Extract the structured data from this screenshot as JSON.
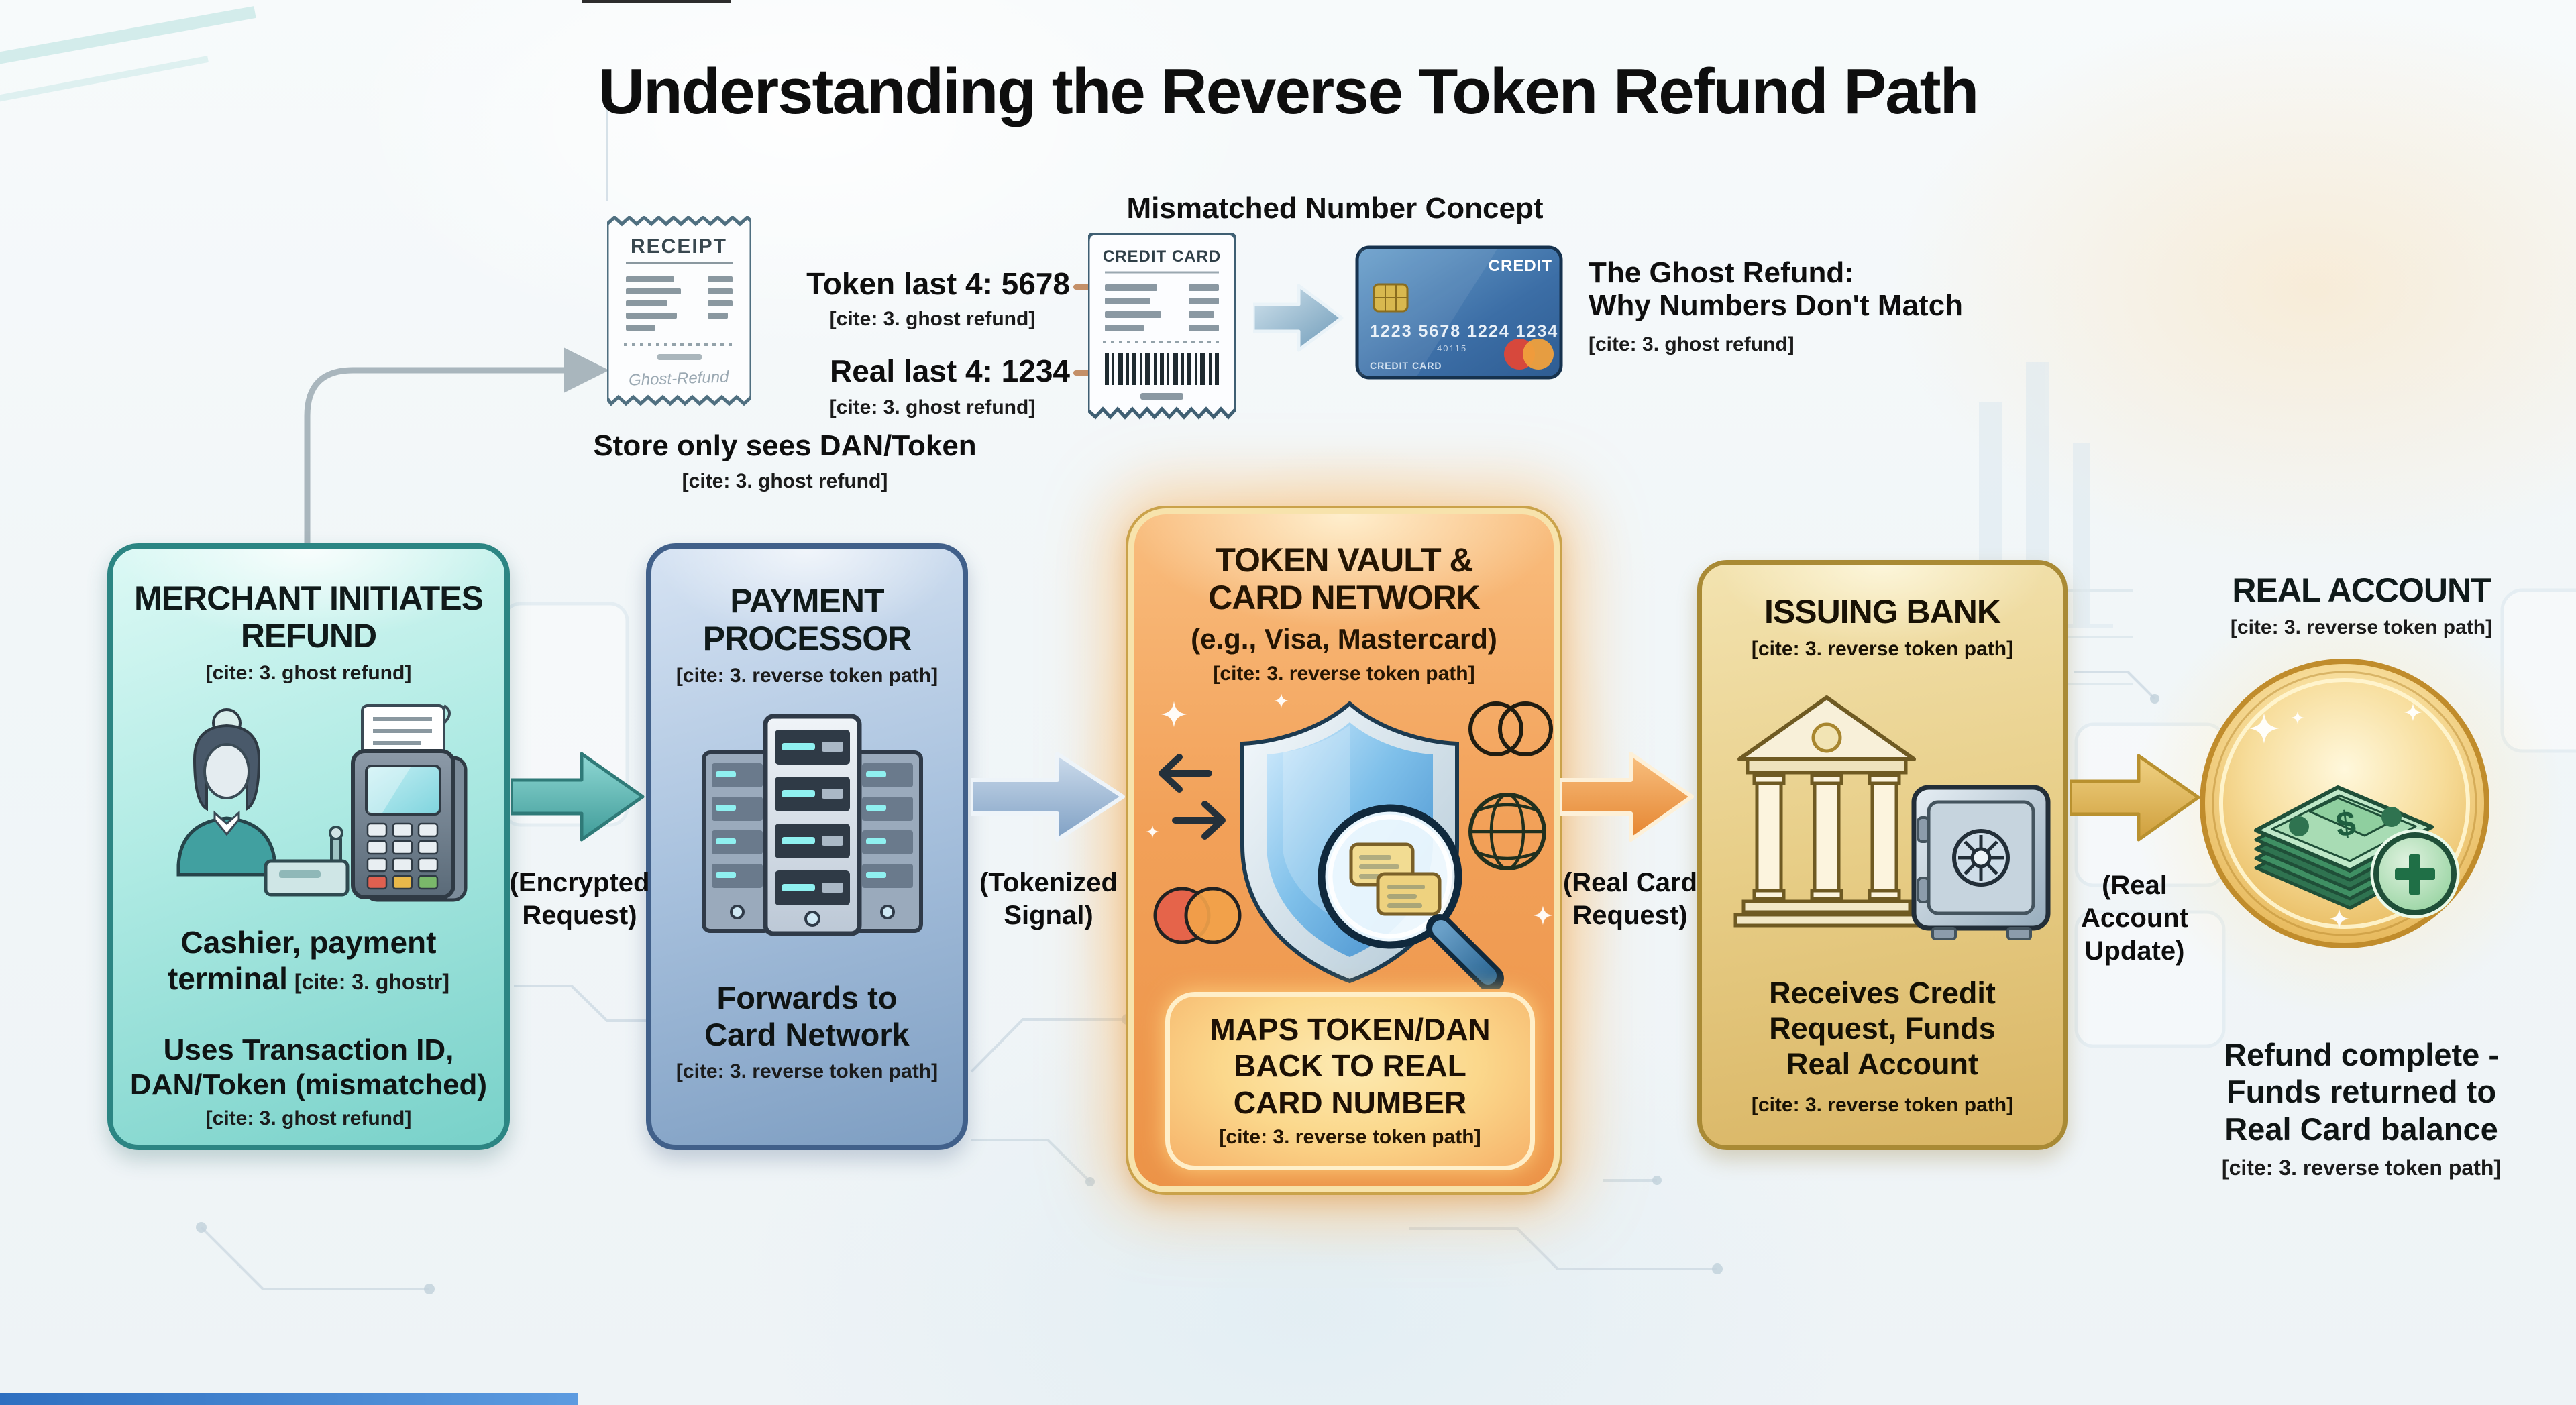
{
  "title": "Understanding the Reverse Token Refund Path",
  "concept": {
    "heading": "Mismatched Number Concept",
    "receipt_label": "RECEIPT",
    "receipt_watermark": "Ghost-Refund",
    "token_last4": "Token last 4: 5678",
    "token_cite": "[cite: 3. ghost refund]",
    "real_last4": "Real last 4: 1234",
    "real_cite": "[cite: 3. ghost refund]",
    "card_doc_label": "CREDIT CARD",
    "store_note": "Store only sees DAN/Token",
    "store_cite": "[cite: 3. ghost refund]",
    "card": {
      "brand": "CREDIT",
      "number": "1223 5678 1224 1234",
      "sub_number": "40115",
      "footer": "CREDIT CARD"
    },
    "ghost_heading": "The Ghost Refund:\nWhy Numbers Don't Match",
    "ghost_cite": "[cite: 3. ghost refund]"
  },
  "flow": {
    "merchant": {
      "title": "MERCHANT INITIATES REFUND",
      "cite": "[cite: 3. ghost refund]",
      "body1": "Cashier, payment terminal",
      "body1_cite": "[cite: 3. ghostr]",
      "body2": "Uses Transaction ID, DAN/Token (mismatched)",
      "body2_cite": "[cite: 3. ghost refund]"
    },
    "arrow1_label": "(Encrypted\nRequest)",
    "processor": {
      "title": "PAYMENT PROCESSOR",
      "cite": "[cite: 3. reverse token path]",
      "body": "Forwards to\nCard Network",
      "body_cite": "[cite: 3. reverse token path]"
    },
    "arrow2_label": "(Tokenized\nSignal)",
    "vault": {
      "title": "TOKEN VAULT &\nCARD NETWORK",
      "subtitle": "(e.g., Visa, Mastercard)",
      "cite": "[cite: 3. reverse token path]",
      "body": "MAPS TOKEN/DAN\nBACK TO REAL\nCARD NUMBER",
      "body_cite": "[cite: 3. reverse token path]"
    },
    "arrow3_label": "(Real Card\nRequest)",
    "bank": {
      "title": "ISSUING BANK",
      "cite": "[cite: 3. reverse token path]",
      "body": "Receives Credit\nRequest, Funds\nReal Account",
      "body_cite": "[cite: 3. reverse token path]"
    },
    "arrow4_label": "(Real\nAccount\nUpdate)",
    "account": {
      "title": "REAL ACCOUNT",
      "cite": "[cite: 3. reverse token path]",
      "body": "Refund complete -\nFunds returned to\nReal Card balance",
      "body_cite": "[cite: 3. reverse token path]"
    }
  },
  "colors": {
    "merchant_teal": "#2c8583",
    "processor_blue": "#41608a",
    "vault_orange": "#ec9348",
    "bank_gold": "#d9b564",
    "coin_gold": "#e9bd63",
    "card_blue": "#2e5f96",
    "accent_strip_blue": "#2e6fc0"
  }
}
